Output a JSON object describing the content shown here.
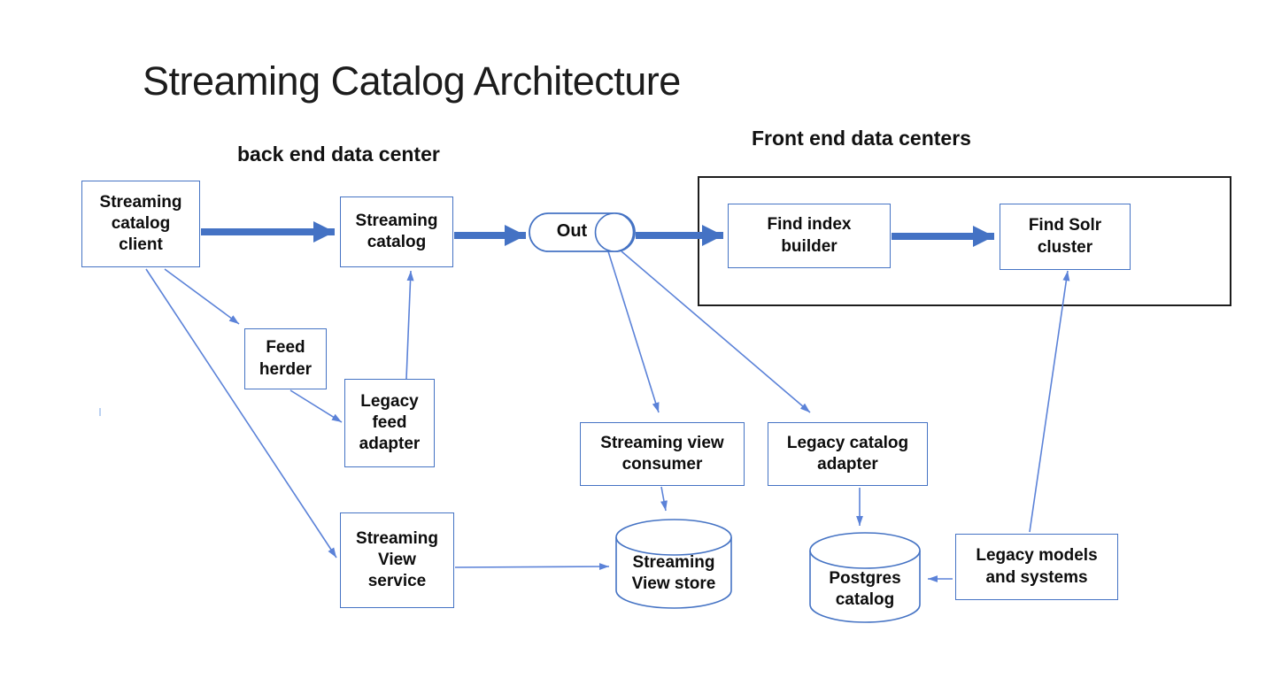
{
  "title": "Streaming Catalog Architecture",
  "labels": {
    "back_end": "back end data center",
    "front_end": "Front end data centers"
  },
  "nodes": {
    "streaming_catalog_client": "Streaming\ncatalog\nclient",
    "streaming_catalog": "Streaming\ncatalog",
    "out_queue": "Out",
    "find_index_builder": "Find index\nbuilder",
    "find_solr_cluster": "Find Solr\ncluster",
    "feed_herder": "Feed\nherder",
    "legacy_feed_adapter": "Legacy\nfeed\nadapter",
    "streaming_view_consumer": "Streaming view\nconsumer",
    "legacy_catalog_adapter": "Legacy catalog\nadapter",
    "streaming_view_service": "Streaming\nView\nservice",
    "streaming_view_store": "Streaming\nView store",
    "postgres_catalog": "Postgres\ncatalog",
    "legacy_models_systems": "Legacy models\nand systems"
  },
  "edges": [
    {
      "from": "streaming_catalog_client",
      "to": "streaming_catalog",
      "style": "thick"
    },
    {
      "from": "streaming_catalog",
      "to": "out_queue",
      "style": "thick"
    },
    {
      "from": "out_queue",
      "to": "find_index_builder",
      "style": "thick"
    },
    {
      "from": "find_index_builder",
      "to": "find_solr_cluster",
      "style": "thick"
    },
    {
      "from": "streaming_catalog_client",
      "to": "feed_herder",
      "style": "thin"
    },
    {
      "from": "streaming_catalog_client",
      "to": "streaming_view_service",
      "style": "thin"
    },
    {
      "from": "feed_herder",
      "to": "legacy_feed_adapter",
      "style": "thin"
    },
    {
      "from": "legacy_feed_adapter",
      "to": "streaming_catalog",
      "style": "thin"
    },
    {
      "from": "out_queue",
      "to": "streaming_view_consumer",
      "style": "thin"
    },
    {
      "from": "out_queue",
      "to": "legacy_catalog_adapter",
      "style": "thin"
    },
    {
      "from": "streaming_view_consumer",
      "to": "streaming_view_store",
      "style": "thin"
    },
    {
      "from": "streaming_view_service",
      "to": "streaming_view_store",
      "style": "thin"
    },
    {
      "from": "legacy_catalog_adapter",
      "to": "postgres_catalog",
      "style": "thin"
    },
    {
      "from": "legacy_models_systems",
      "to": "postgres_catalog",
      "style": "thin"
    },
    {
      "from": "legacy_models_systems",
      "to": "find_solr_cluster",
      "style": "thin"
    }
  ],
  "colors": {
    "thick_arrow": "#4472c4",
    "thin_arrow": "#5b82d8",
    "node_border": "#4573c4",
    "container_border": "#1d1d1d",
    "text": "#0d0d0d"
  }
}
